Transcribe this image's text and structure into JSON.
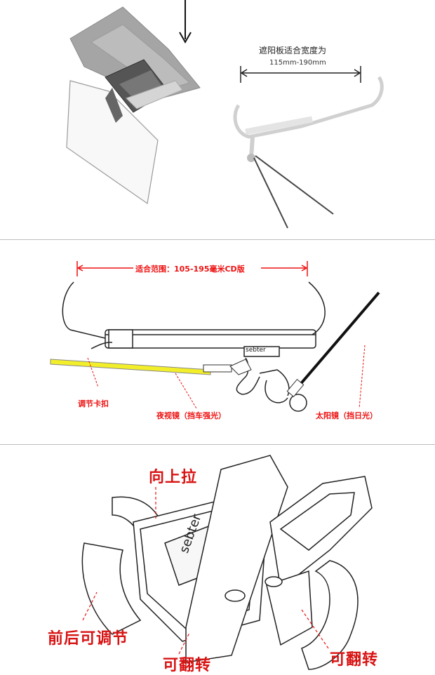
{
  "panel1": {
    "width_title": "遮阳板适合宽度为",
    "width_range": "115mm-190mm"
  },
  "panel2": {
    "range_label": "适合范围：105-195毫米CD版",
    "brand": "sebter",
    "callouts": {
      "clip": "调节卡扣",
      "night": "夜视镜（挡车强光）",
      "sun": "太阳镜（挡日光）"
    }
  },
  "panel3": {
    "brand": "sebter",
    "callouts": {
      "pull_up": "向上拉",
      "front_back": "前后可调节",
      "flip_left": "可翻转",
      "flip_right": "可翻转"
    }
  },
  "colors": {
    "callout_red": "#e11111",
    "night_lens": "#f2ef2a",
    "divider": "#bdbdbd"
  }
}
